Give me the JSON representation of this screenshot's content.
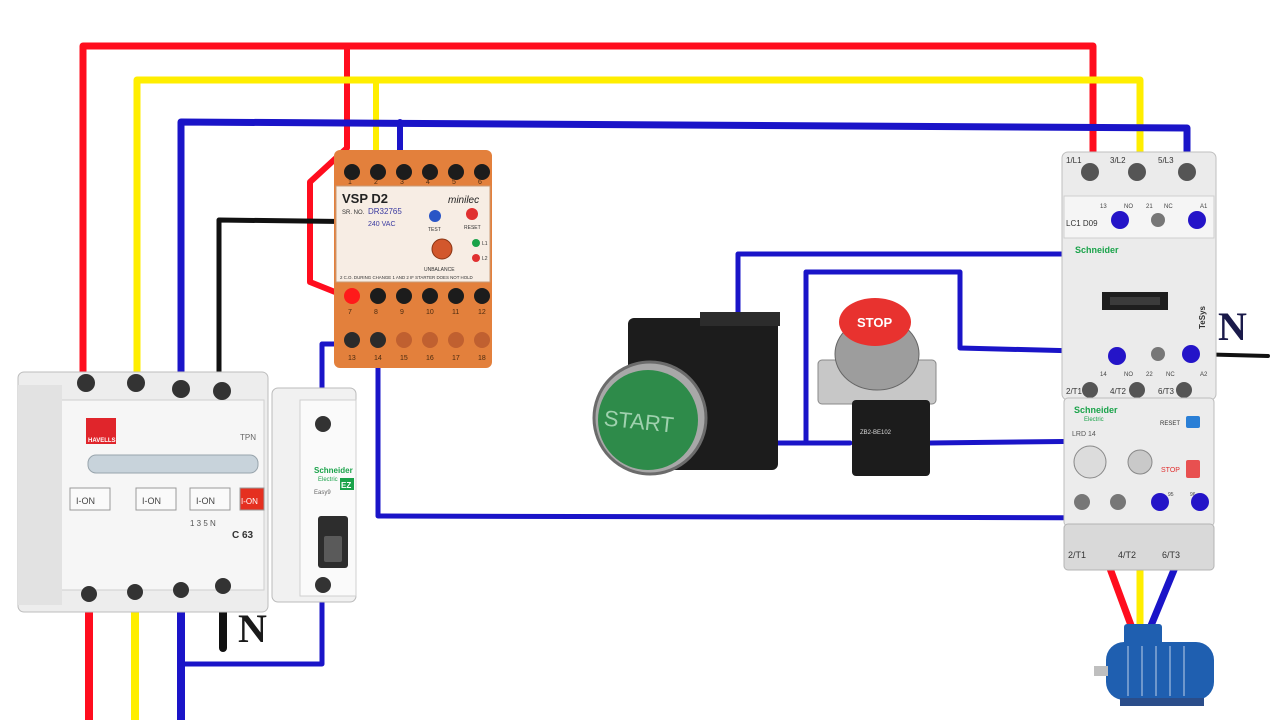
{
  "colors": {
    "phase_l1": "#ff0d1e",
    "phase_l2": "#ffee00",
    "phase_l3": "#1a14c8",
    "neutral": "#111111",
    "relay_body": "#e3803c",
    "start_green": "#2e8b4a",
    "stop_red": "#e8322f",
    "motor_blue": "#1f5fb0"
  },
  "relay": {
    "model": "VSP D2",
    "serial_label": "SR. NO.",
    "serial_value": "DR32765",
    "voltage": "240 VAC",
    "brand": "minilec",
    "test": "TEST",
    "reset": "RESET",
    "unbalance": "UNBALANCE",
    "l1": "L1",
    "l2": "L2",
    "note": "2 C.O. DURING CHANGE 1 AND 2 IF STARTER DOES NOT HOLD",
    "top_terminals": [
      "1",
      "2",
      "3",
      "4",
      "5",
      "6"
    ],
    "mid_terminals": [
      "7",
      "8",
      "9",
      "10",
      "11",
      "12"
    ],
    "bottom_terminals": [
      "13",
      "14",
      "15",
      "16",
      "17",
      "18"
    ]
  },
  "mcb4": {
    "brand": "HAVELLS",
    "rating": "C 63",
    "tag": "TPN",
    "poles": [
      "I-ON",
      "I-ON",
      "I-ON",
      "I-ON"
    ],
    "legend": "1 3 5 N"
  },
  "mcb1": {
    "brand": "Schneider",
    "sub": "Electric",
    "series": "Easy9",
    "tag": "EZ"
  },
  "start_button": {
    "label": "START"
  },
  "stop_button": {
    "label": "STOP",
    "block": "ZB2-BE102"
  },
  "contactor": {
    "model": "LC1 D09",
    "brand": "Schneider",
    "series": "TeSys",
    "top_terminals": [
      "1/L1",
      "3/L2",
      "5/L3"
    ],
    "aux_top": [
      "13",
      "NO",
      "21",
      "NC",
      "A1"
    ],
    "aux_bottom": [
      "14",
      "NO",
      "22",
      "NC",
      "A2"
    ],
    "bottom_terminals": [
      "2/T1",
      "4/T2",
      "6/T3"
    ]
  },
  "overload": {
    "brand": "Schneider",
    "sub": "Electric",
    "model": "LRD 14",
    "reset": "RESET",
    "stop": "STOP",
    "contacts": [
      "95",
      "96"
    ],
    "bottom_terminals": [
      "2/T1",
      "4/T2",
      "6/T3"
    ]
  },
  "labels": {
    "neutral_right": "N",
    "neutral_left": "N"
  }
}
